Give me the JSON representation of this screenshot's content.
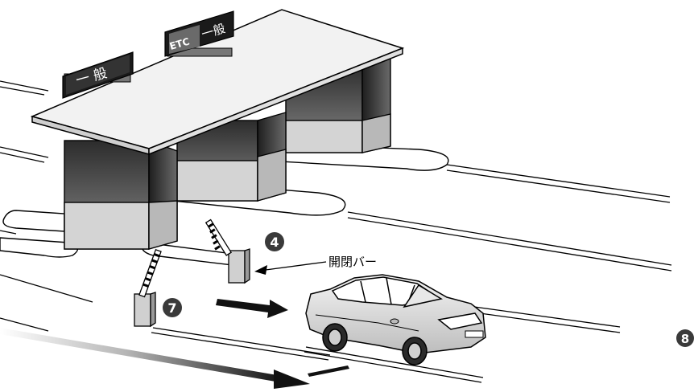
{
  "signs": {
    "left": "一 般",
    "right_etc": "ETC",
    "right_general": "一般"
  },
  "markers": {
    "step_4": "4",
    "step_7": "7",
    "step_8": "8"
  },
  "callout": {
    "barrier_label": "開閉バー"
  },
  "colors": {
    "line": "#000000",
    "booth_dark": "#4a4a4a",
    "booth_light": "#d4d4d4",
    "canopy": "#f2f2f2",
    "marker_fill": "#3a3a3a",
    "car_body": "#e6e6e6"
  }
}
